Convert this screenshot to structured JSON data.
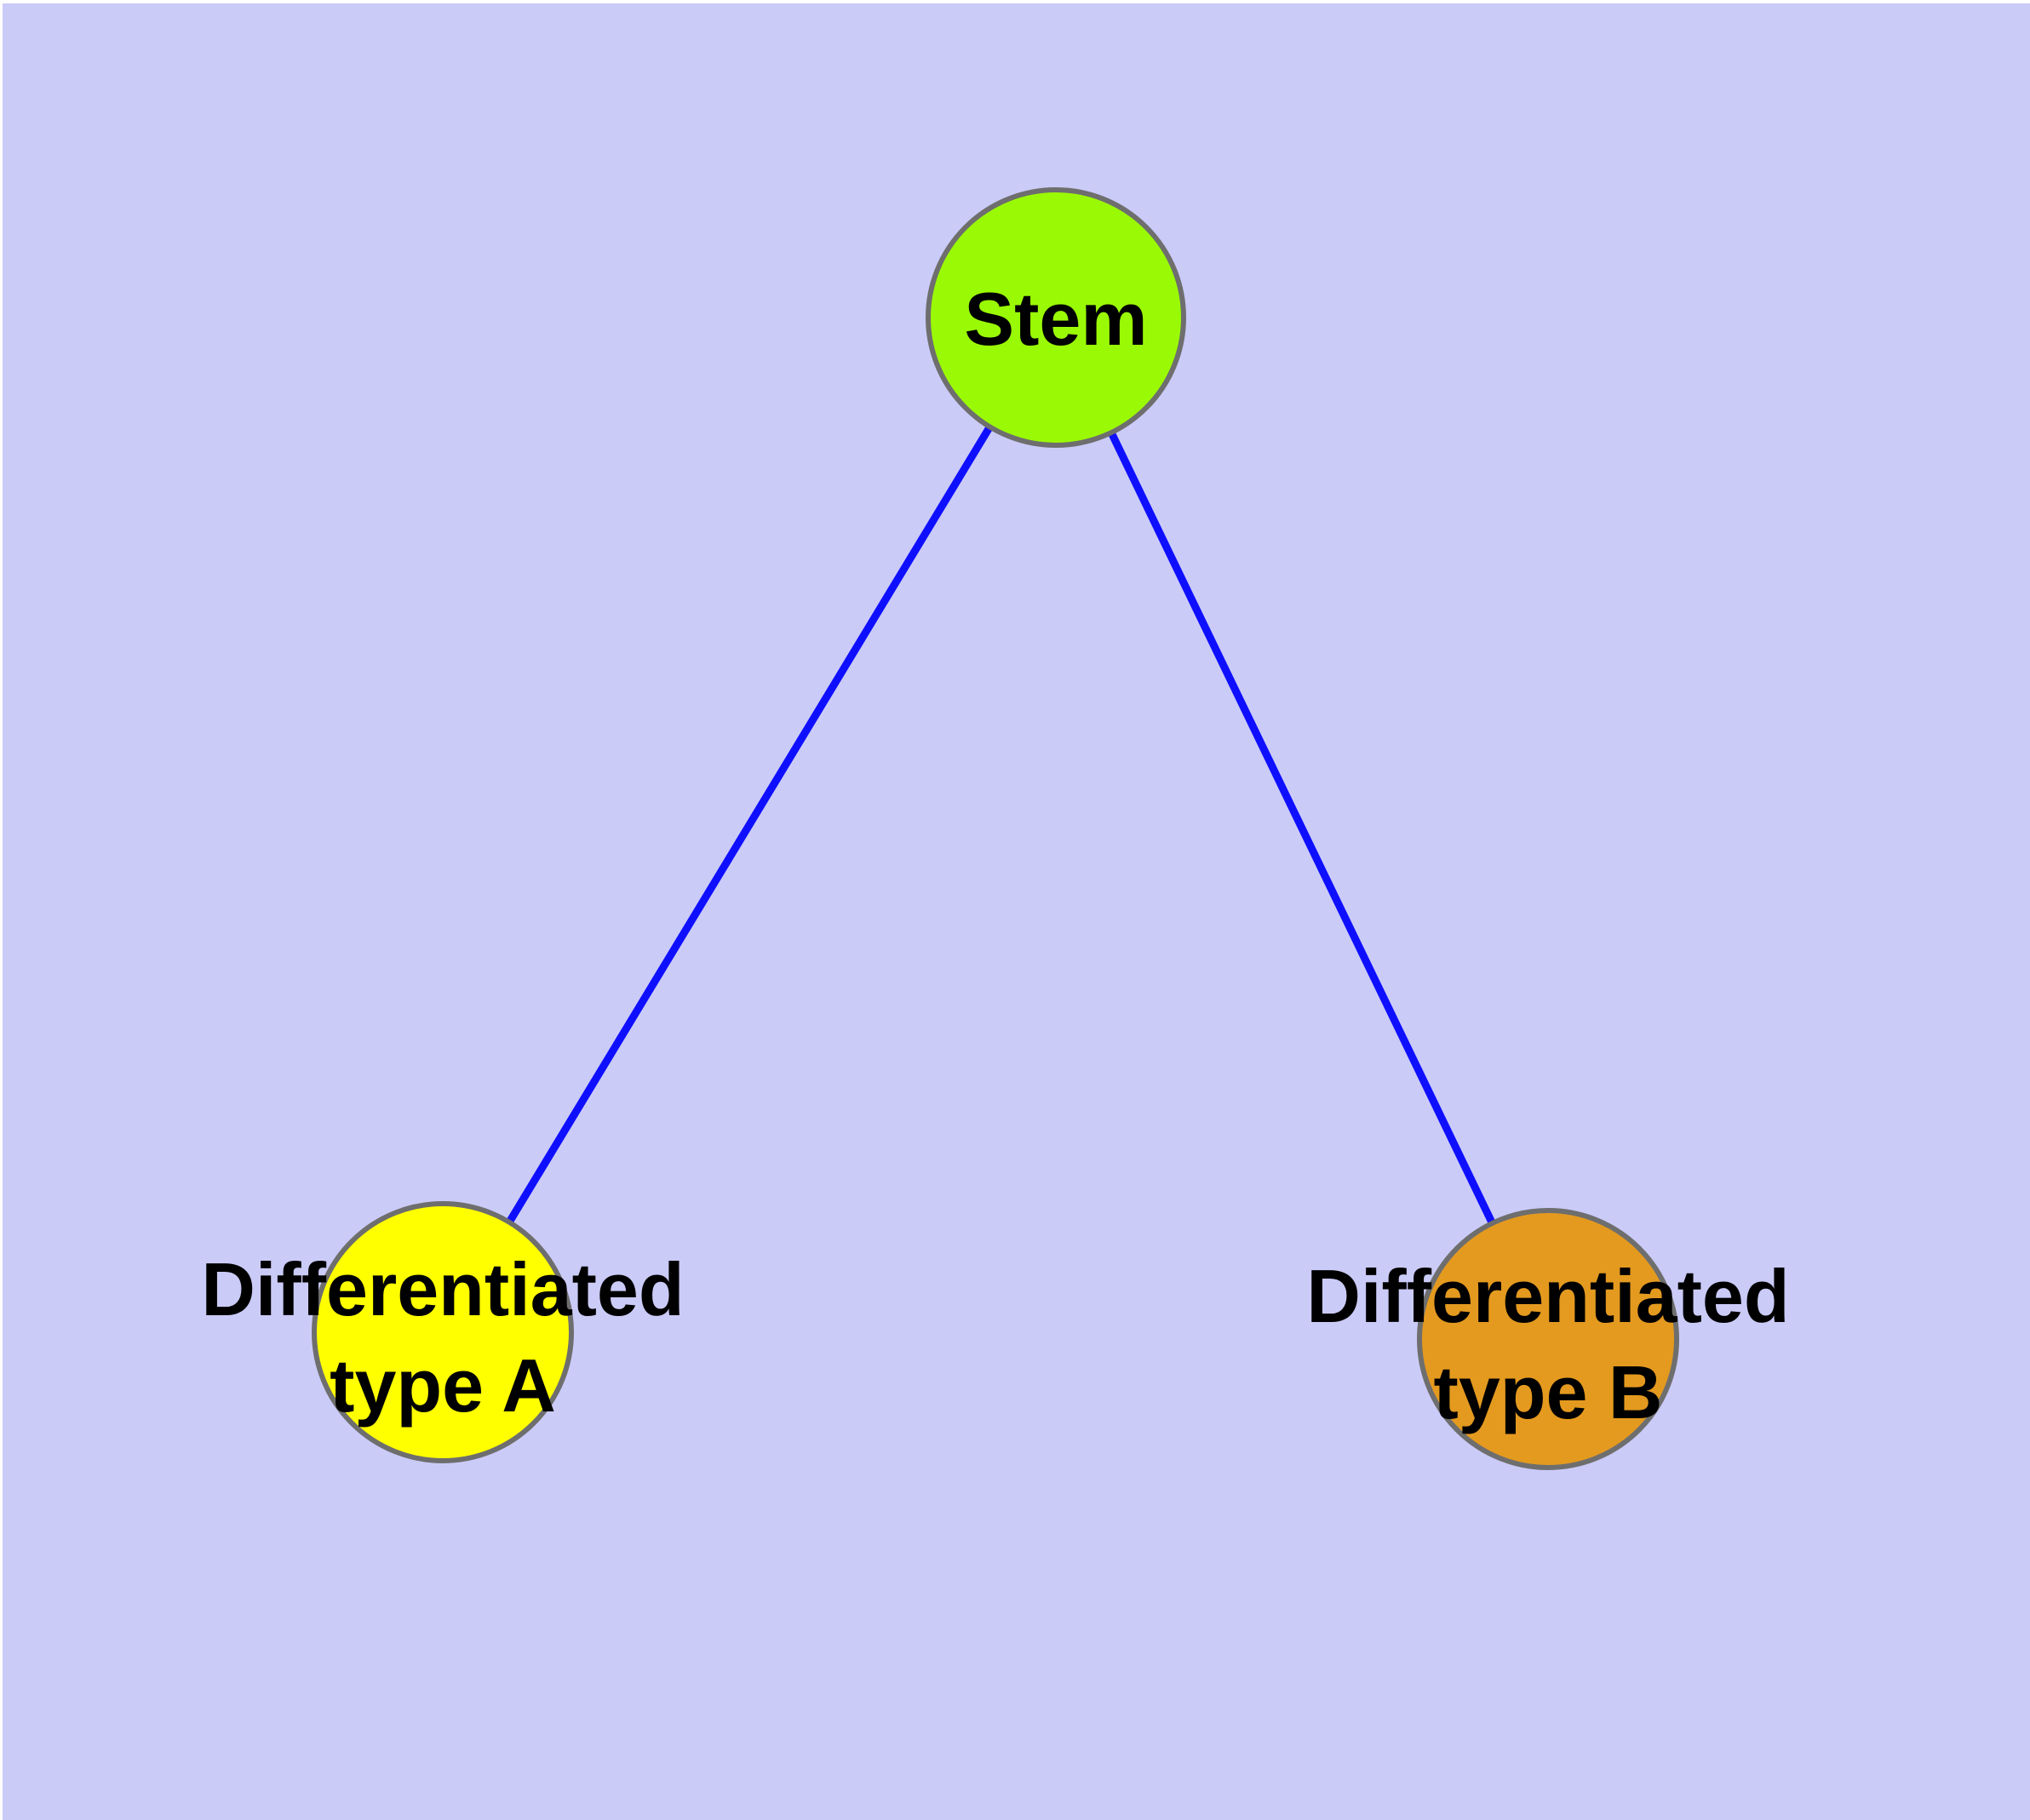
{
  "diagram": {
    "background_color": "#cbcbf8",
    "canvas_edge_color": "#ffffff",
    "node_border_color": "#6e6e6e",
    "edge_color": "#0f0fff",
    "label_color": "#000000",
    "nodes": [
      {
        "id": "stem",
        "label": "Stem",
        "label_line2": "",
        "fill": "#9afa05"
      },
      {
        "id": "type-a",
        "label": "Differentiated",
        "label_line2": "type A",
        "fill": "#ffff00"
      },
      {
        "id": "type-b",
        "label": "Differentiated",
        "label_line2": "type B",
        "fill": "#e49a1f"
      }
    ],
    "edges": [
      {
        "from": "stem",
        "to": "type-a"
      },
      {
        "from": "stem",
        "to": "type-b"
      }
    ]
  }
}
